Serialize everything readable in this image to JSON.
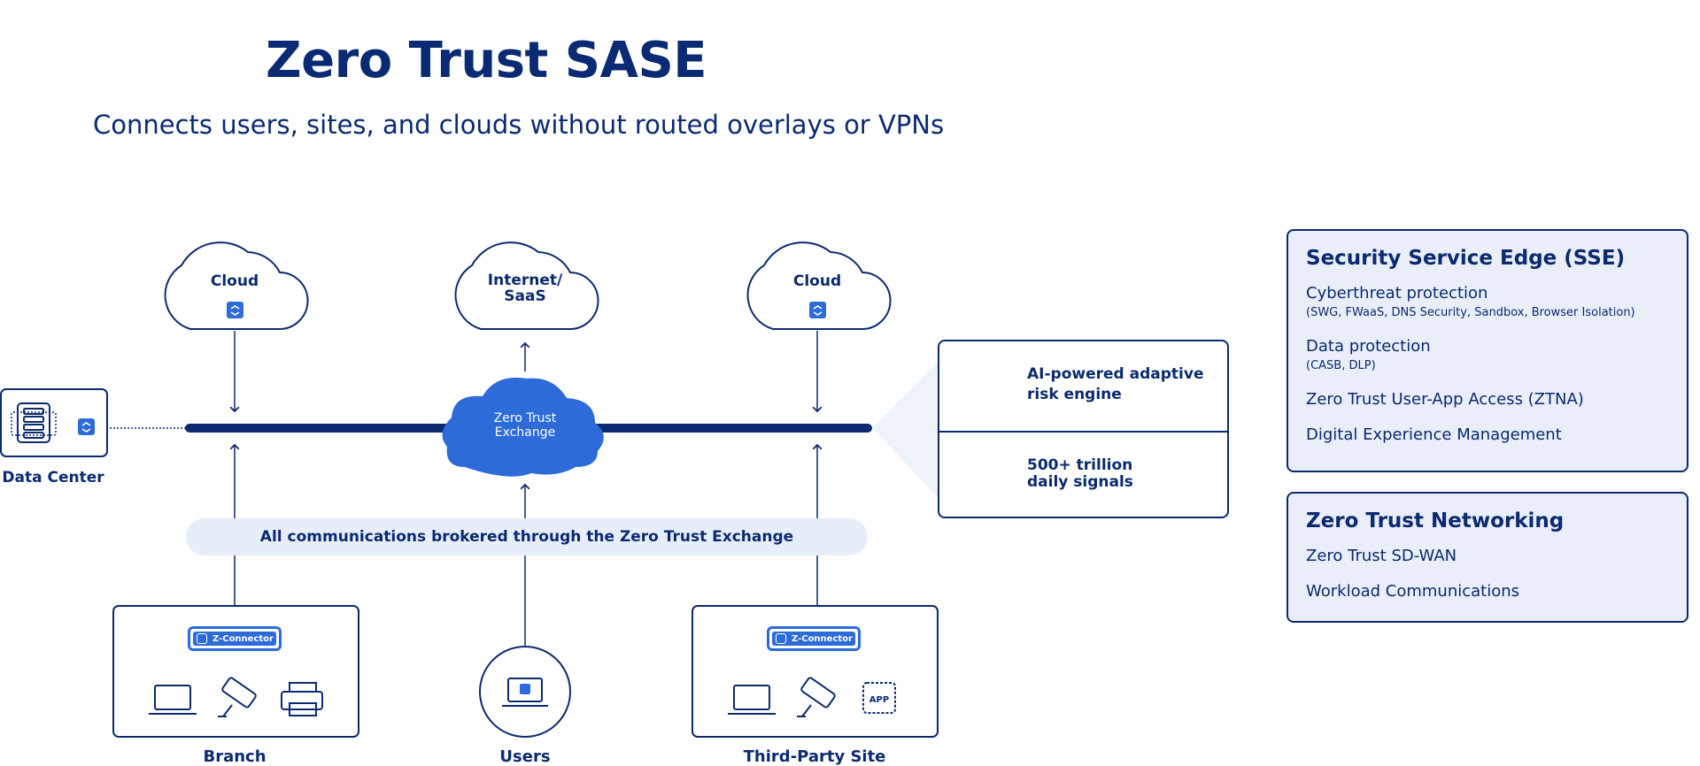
{
  "header": {
    "title": "Zero Trust SASE",
    "subtitle": "Connects users, sites, and clouds without routed overlays or VPNs"
  },
  "clouds": [
    {
      "label": "Cloud",
      "icon": "zscaler-logo-icon"
    },
    {
      "label": "Internet/\nSaaS"
    },
    {
      "label": "Cloud",
      "icon": "zscaler-logo-icon"
    }
  ],
  "hub": {
    "label": "Zero Trust\nExchange"
  },
  "data_center": {
    "label": "Data Center",
    "icons": [
      "server-rack-icon",
      "zscaler-logo-icon"
    ]
  },
  "banner": {
    "text": "All communications brokered through the Zero Trust Exchange"
  },
  "sites": {
    "branch": {
      "label": "Branch",
      "connector": "Z-Connector",
      "icons": [
        "laptop-icon",
        "camera-icon",
        "printer-icon"
      ]
    },
    "users": {
      "label": "Users",
      "icons": [
        "laptop-icon"
      ]
    },
    "third_party": {
      "label": "Third-Party Site",
      "connector": "Z-Connector",
      "icons": [
        "laptop-icon",
        "camera-icon",
        "app-icon"
      ]
    }
  },
  "ai_card": {
    "row1": "AI-powered adaptive\nrisk engine",
    "row2": "500+ trillion\ndaily signals"
  },
  "sse_panel": {
    "title": "Security Service Edge (SSE)",
    "items": [
      {
        "label": "Cyberthreat protection",
        "sub": "(SWG, FWaaS, DNS Security, Sandbox, Browser Isolation)"
      },
      {
        "label": "Data protection",
        "sub": "(CASB, DLP)"
      },
      {
        "label": "Zero Trust User-App Access (ZTNA)"
      },
      {
        "label": "Digital Experience Management"
      }
    ]
  },
  "ztn_panel": {
    "title": "Zero Trust Networking",
    "items": [
      {
        "label": "Zero Trust SD-WAN"
      },
      {
        "label": "Workload Communications"
      }
    ]
  },
  "colors": {
    "navy": "#0b2a6f",
    "blue": "#2d6bd9",
    "light": "#e9eef9"
  }
}
